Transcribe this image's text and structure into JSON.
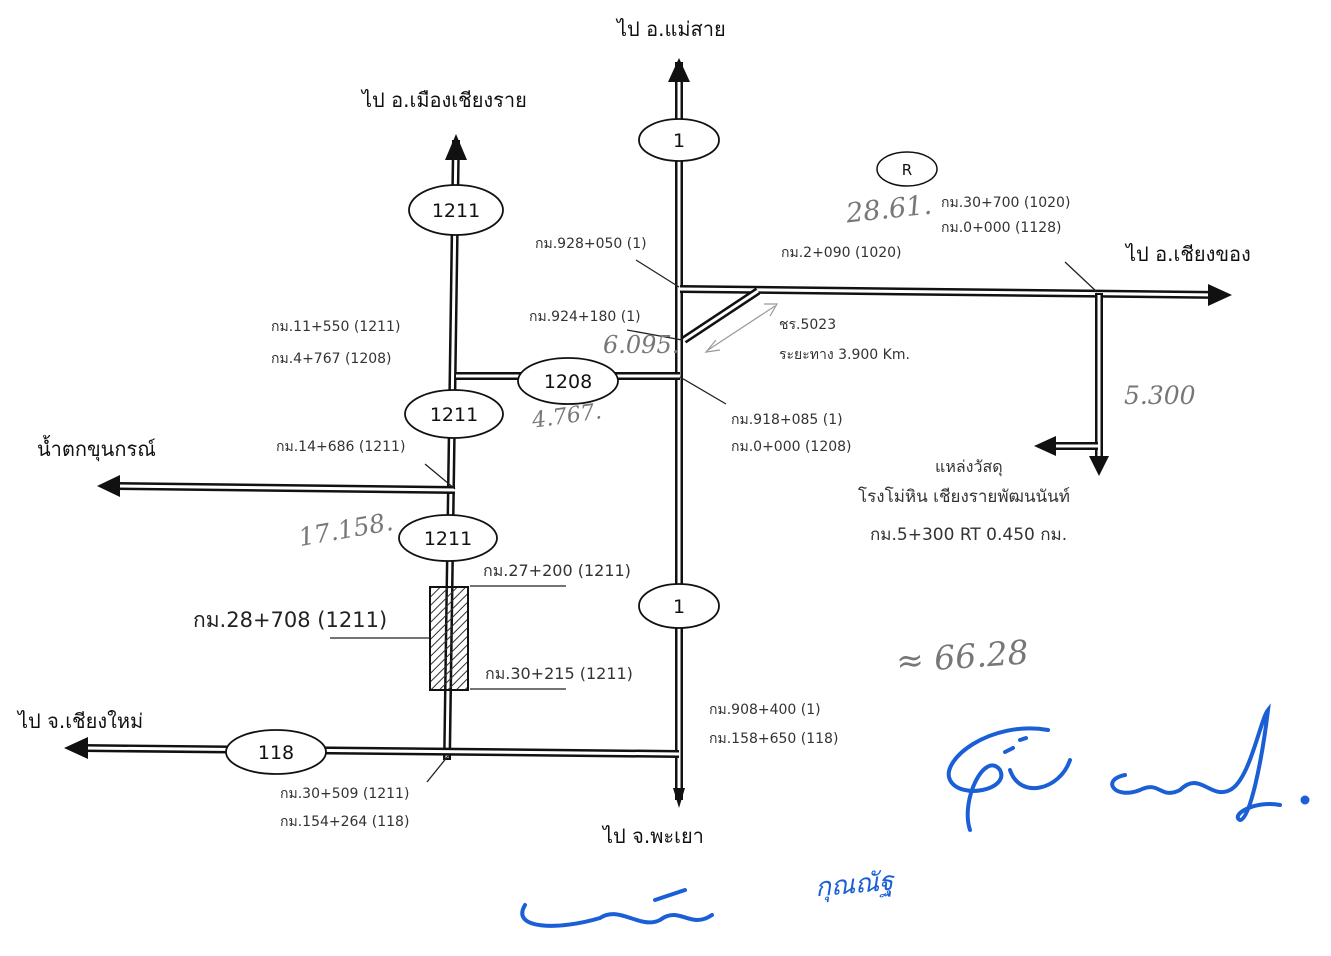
{
  "destinations": {
    "mae_sai": "ไป อ.แม่สาย",
    "mueang_chiang_rai": "ไป อ.เมืองเชียงราย",
    "chiang_khong": "ไป อ.เชียงของ",
    "namtok": "น้ำตกขุนกรณ์",
    "chiang_mai": "ไป จ.เชียงใหม่",
    "phayao": "ไป จ.พะเยา"
  },
  "routes": {
    "r1_top": "1",
    "r1_mid": "1",
    "r1211_top": "1211",
    "r1211_mid": "1211",
    "r1211_low": "1211",
    "r1208": "1208",
    "r118": "118",
    "r_marker": "R"
  },
  "km_labels": {
    "k928": "กม.928+050 (1)",
    "k924": "กม.924+180 (1)",
    "k2090": "กม.2+090 (1020)",
    "k30700": "กม.30+700 (1020)",
    "k0000_1128": "กม.0+000 (1128)",
    "k11550": "กม.11+550 (1211)",
    "k4767": "กม.4+767 (1208)",
    "k918": "กม.918+085 (1)",
    "k0000_1208": "กม.0+000 (1208)",
    "k14686": "กม.14+686 (1211)",
    "k27200": "กม.27+200 (1211)",
    "k28708": "กม.28+708 (1211)",
    "k30215": "กม.30+215 (1211)",
    "k908": "กม.908+400 (1)",
    "k158650": "กม.158+650 (118)",
    "k30509": "กม.30+509 (1211)",
    "k154264": "กม.154+264 (118)"
  },
  "spur": {
    "route": "ชร.5023",
    "distance": "ระยะทาง 3.900 Km."
  },
  "quarry": {
    "line1": "แหล่งวัสดุ",
    "line2": "โรงโม่หิน เชียงรายพัฒนนันท์",
    "line3": "กม.5+300 RT 0.450 กม."
  },
  "handwritten": {
    "h2861": "28.61.",
    "h6095": "6.095.",
    "h4767": "4.767.",
    "h5300": "5.300",
    "h17158": "17.158.",
    "h6628": "≈ 66.28",
    "sig_caption": "กุณณัฐ"
  },
  "colors": {
    "road": "#111111",
    "signature": "#1a5fd6",
    "handwriting": "#777777"
  }
}
